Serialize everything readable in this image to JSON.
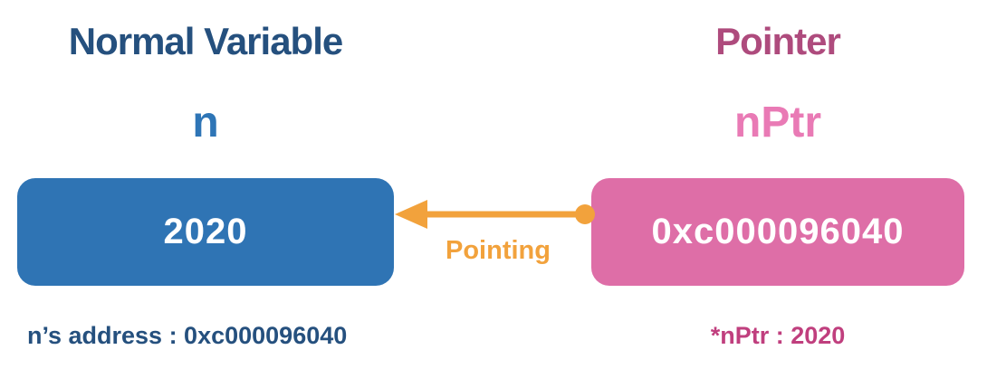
{
  "diagram": {
    "left_column": {
      "heading": "Normal Variable",
      "variable_name": "n",
      "box_value": "2020",
      "caption": "n’s address : 0xc000096040"
    },
    "right_column": {
      "heading": "Pointer",
      "variable_name": "nPtr",
      "box_value": "0xc000096040",
      "caption": "*nPtr : 2020"
    },
    "arrow": {
      "label": "Pointing",
      "direction": "right-to-left"
    },
    "colors": {
      "heading_navy": "#25507E",
      "variable_blue": "#2E75B6",
      "blue_box": "#2F74B4",
      "heading_magenta": "#AE4B7D",
      "variable_pink": "#E97AB5",
      "pink_box": "#DE6EA7",
      "arrow_orange": "#F2A23C",
      "caption_magenta": "#C03F7E",
      "box_text_white": "#FFFFFF"
    }
  }
}
